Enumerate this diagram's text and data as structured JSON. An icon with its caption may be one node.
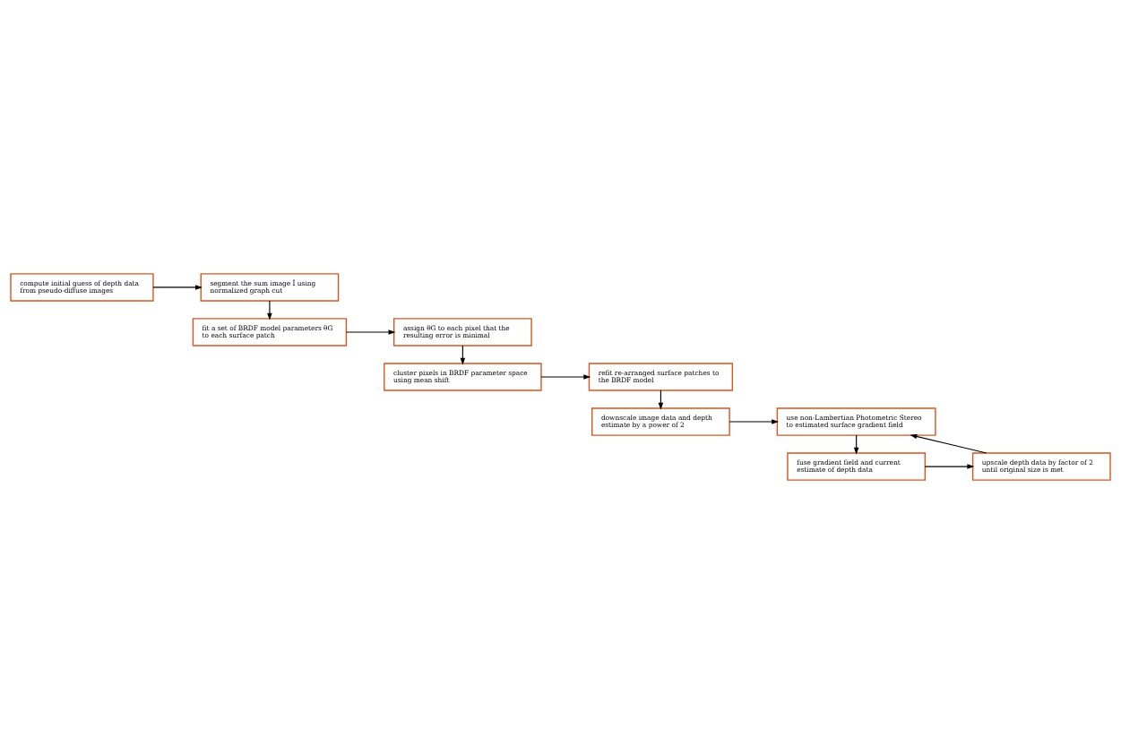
{
  "diagram": {
    "nodes": [
      {
        "text": [
          "compute initial guess of depth data from pseudo-diffuse images"
        ]
      },
      {
        "text": [
          "segment the sum image Î using normalized graph cut"
        ]
      },
      {
        "text": [
          "fit a set of BRDF model parameters θG to each surface patch"
        ]
      },
      {
        "text": [
          "assign θG to each pixel that the resulting error is minimal"
        ]
      },
      {
        "text": [
          "cluster pixels in BRDF parameter space using mean shift"
        ]
      },
      {
        "text": [
          "refit re-arranged surface patches to the BRDF model"
        ]
      },
      {
        "text": [
          "downscale image data and depth estimate by a power of 2"
        ]
      },
      {
        "text": [
          "use non-Lambertian Photometric Stereo to estimated surface gradient field"
        ]
      },
      {
        "text": [
          "fuse gradient field and current estimate of depth data"
        ]
      },
      {
        "text": [
          "upscale depth data by factor of 2 until original size is met"
        ]
      }
    ],
    "edges": [
      {
        "from": 0,
        "to": 1,
        "arrow": "to"
      },
      {
        "from": 1,
        "to": 2,
        "arrow": "to"
      },
      {
        "from": 2,
        "to": 3,
        "arrow": "to"
      },
      {
        "from": 3,
        "to": 4,
        "arrow": "to"
      },
      {
        "from": 4,
        "to": 5,
        "arrow": "to"
      },
      {
        "from": 5,
        "to": 6,
        "arrow": "to"
      },
      {
        "from": 6,
        "to": 7,
        "arrow": "to"
      },
      {
        "from": 7,
        "to": 8,
        "arrow": "to"
      },
      {
        "from": 8,
        "to": 9,
        "arrow": "to"
      },
      {
        "from": 9,
        "to": 7,
        "arrow": "to"
      }
    ]
  }
}
